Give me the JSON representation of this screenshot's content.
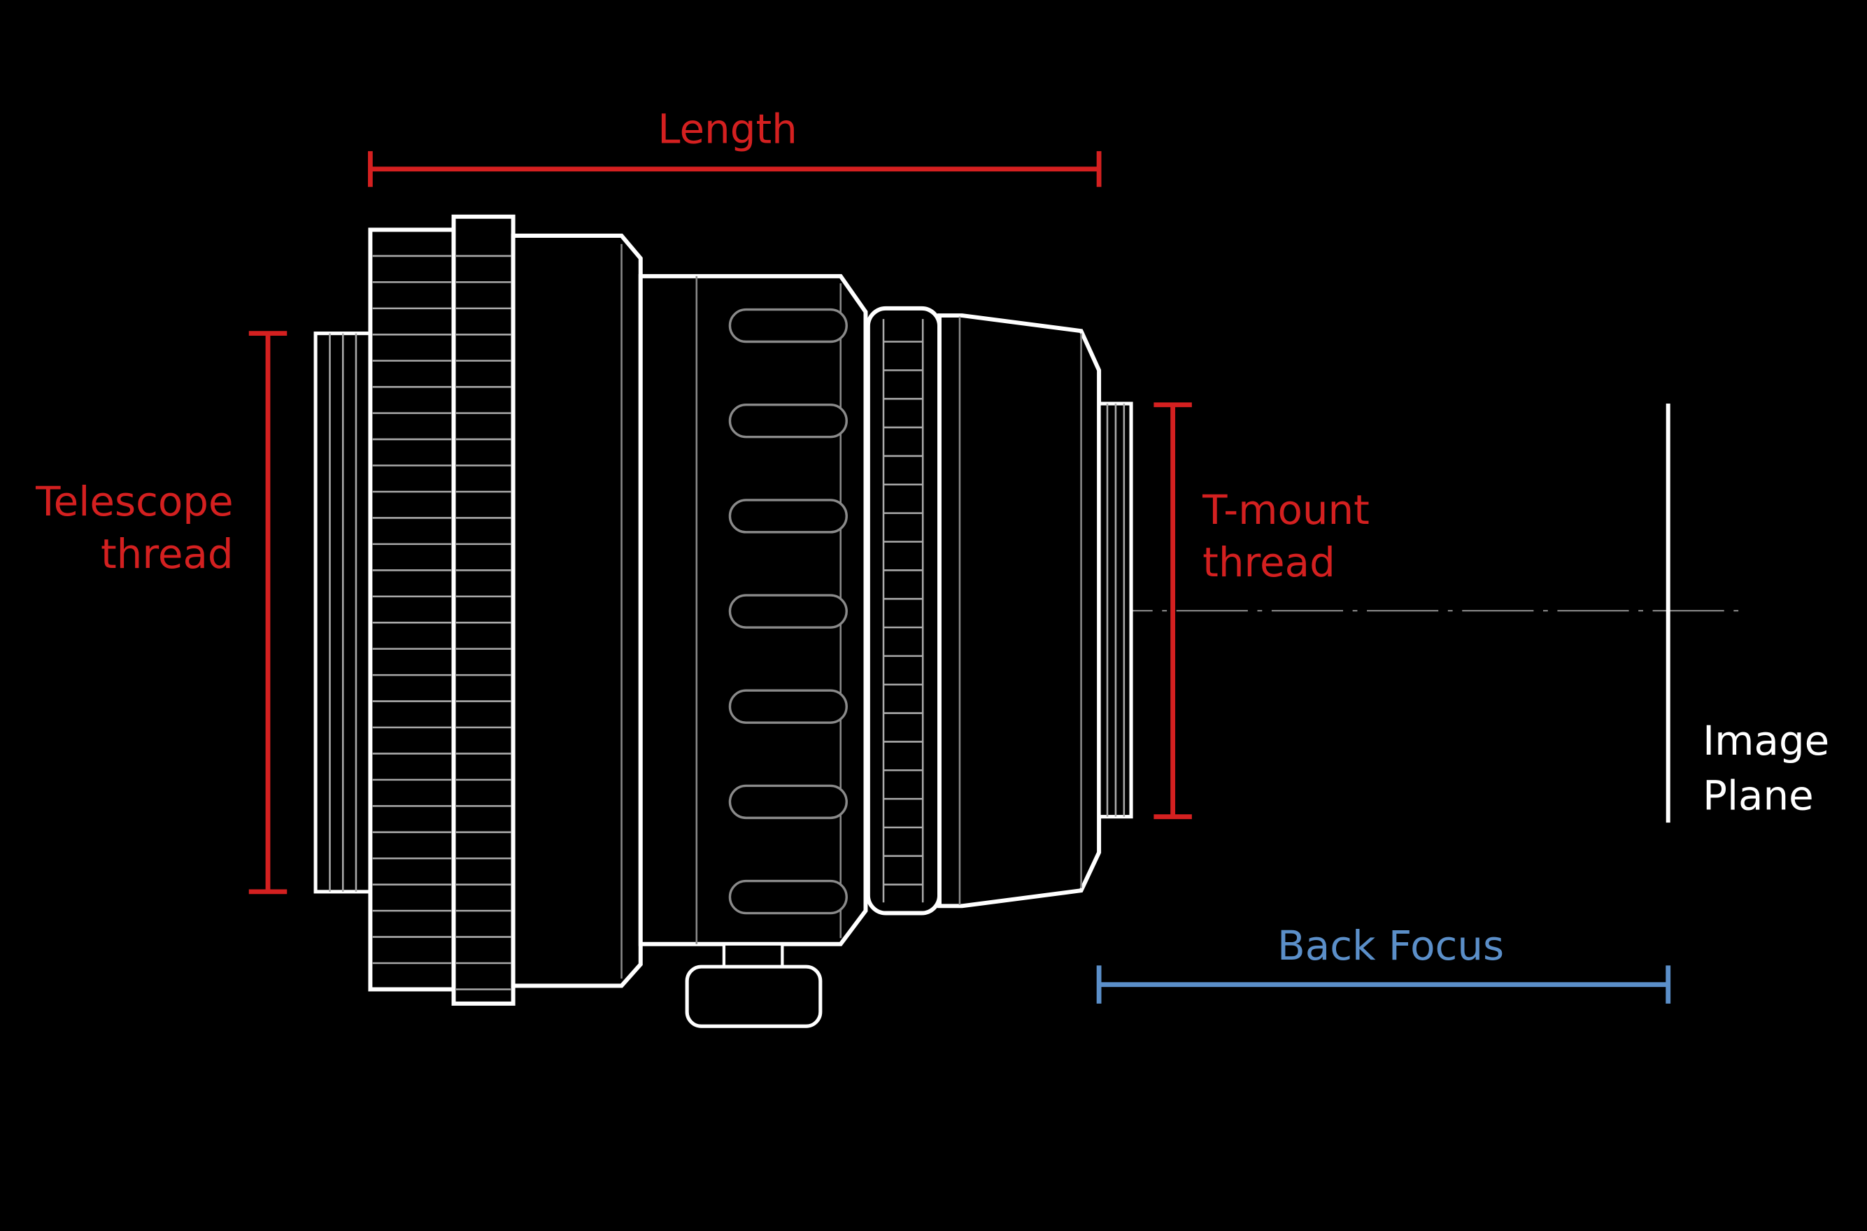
{
  "labels": {
    "length": "Length",
    "telescope_thread_line1": "Telescope",
    "telescope_thread_line2": "thread",
    "tmount_thread_line1": "T-mount",
    "tmount_thread_line2": "thread",
    "image_plane_line1": "Image",
    "image_plane_line2": "Plane",
    "back_focus": "Back Focus"
  },
  "colors": {
    "background": "#000000",
    "outline": "#ffffff",
    "detail": "#8a8a8a",
    "dimension_red": "#d42020",
    "dimension_blue": "#5b8fc9"
  }
}
